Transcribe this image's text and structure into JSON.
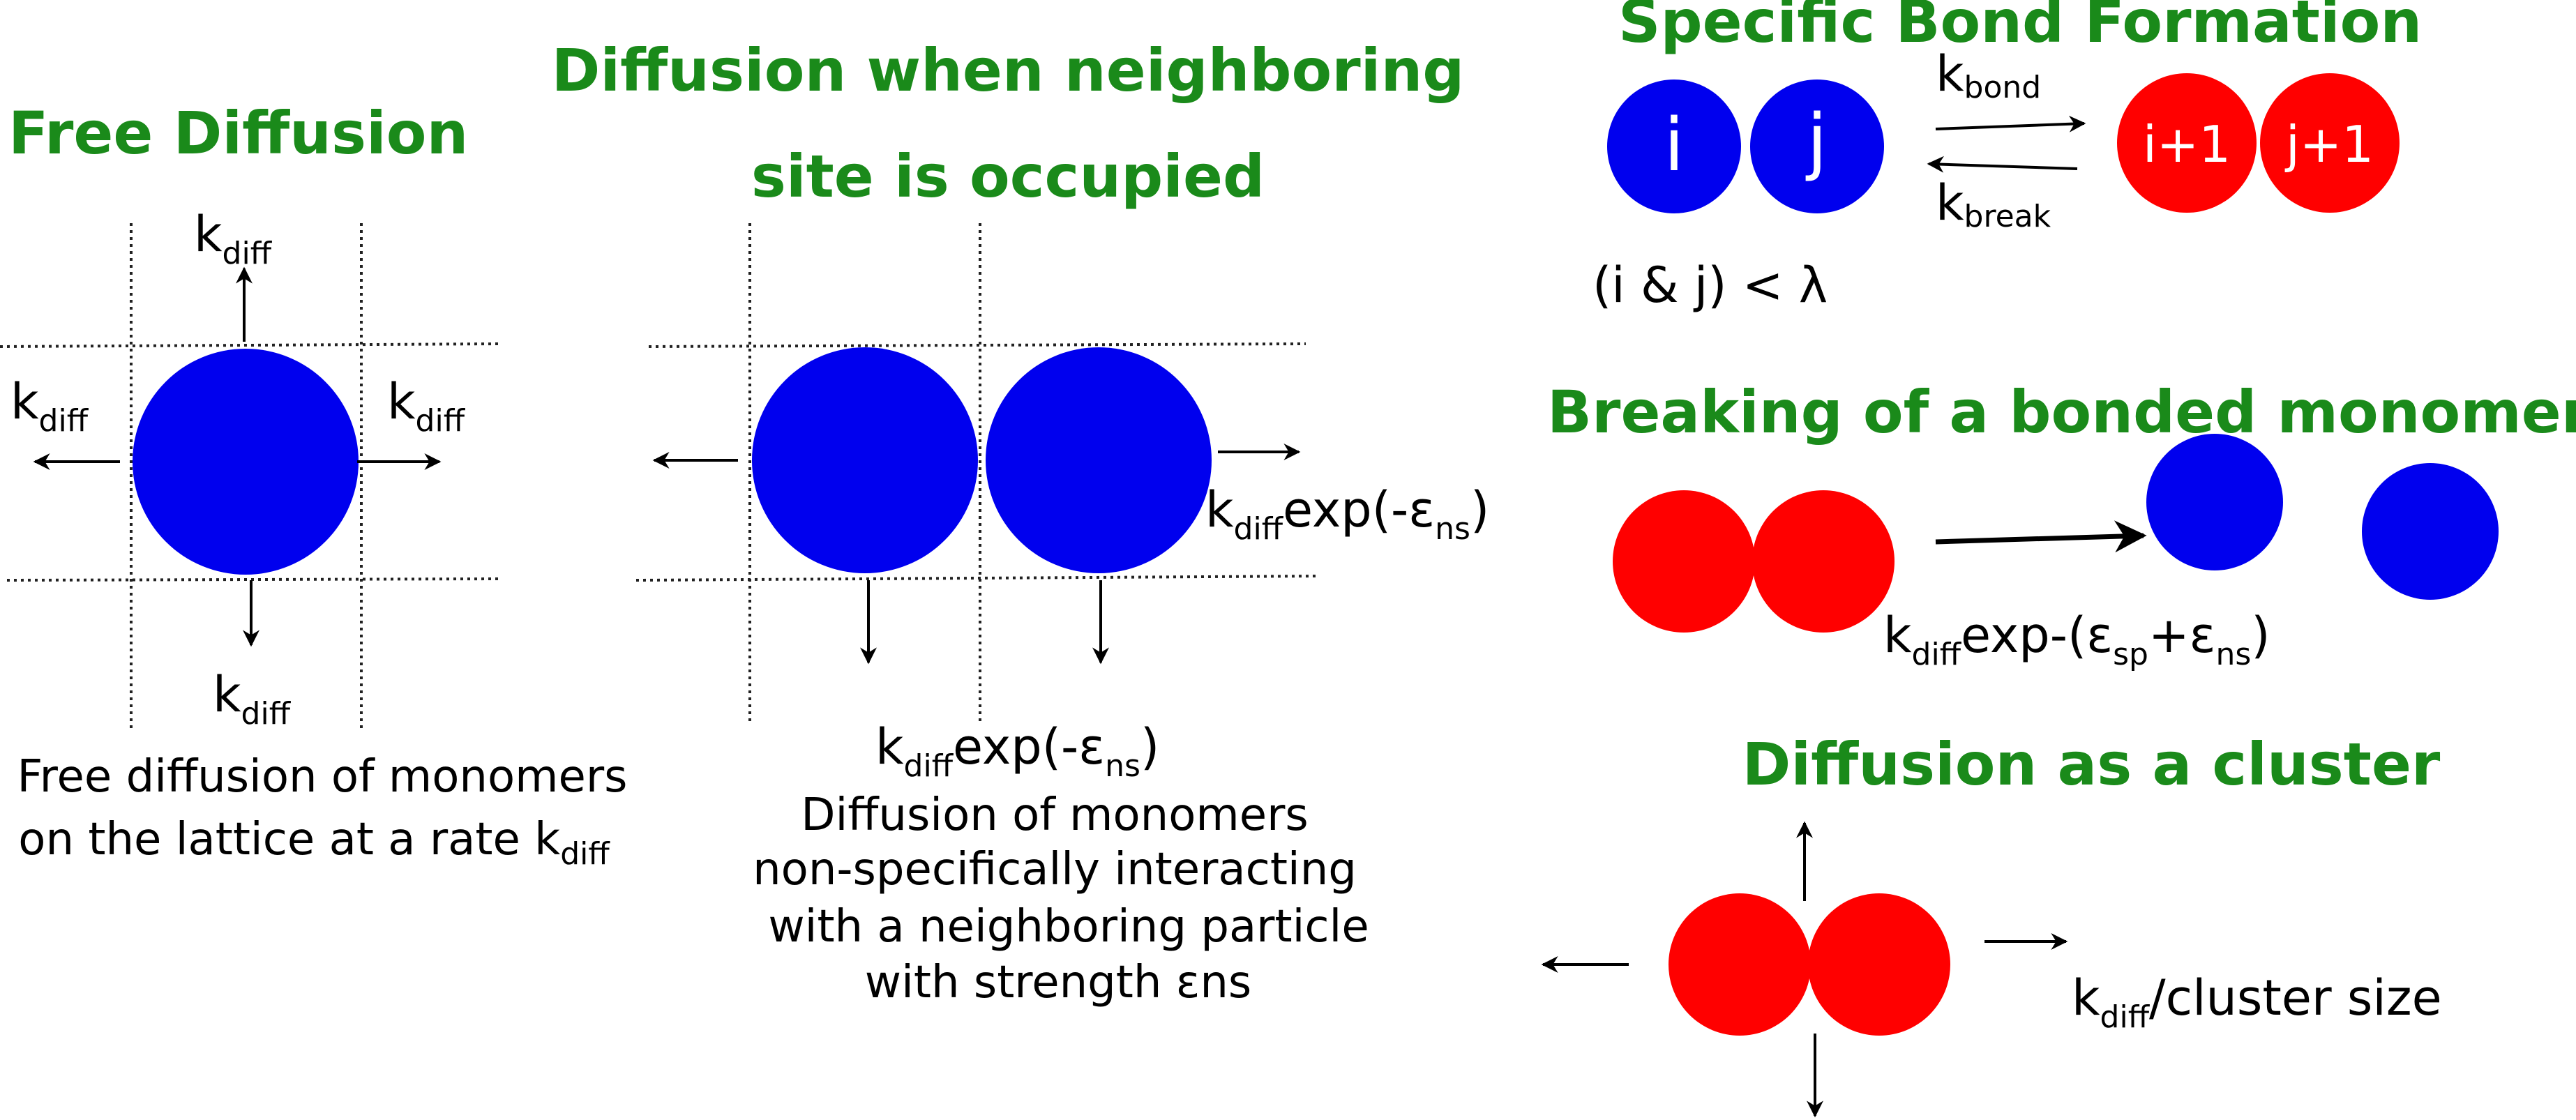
{
  "colors": {
    "title": "#1a8a1a",
    "unbound": "#0000ee",
    "bound": "#ff0000"
  },
  "panels": {
    "free": {
      "title": "Free Diffusion",
      "k": "k",
      "diff": "diff",
      "caption_line1": "Free diffusion of monomers",
      "caption_line2": "on the lattice at a rate k"
    },
    "occupied": {
      "title_line1": "Diffusion when neighboring",
      "title_line2": "site is occupied",
      "k": "k",
      "diff": "diff",
      "exp_open": "exp(-ε",
      "ns": "ns",
      "close": ")",
      "caption_line1": "Diffusion of monomers",
      "caption_line2": "non-specifically interacting",
      "caption_line3": "with a neighboring particle",
      "caption_line4": "with strength εns"
    },
    "bond": {
      "title": "Specific Bond Formation",
      "i": "i",
      "j": "j",
      "i_plus": "i+1",
      "j_plus": "j+1",
      "k": "k",
      "bond": "bond",
      "break": "break",
      "condition": "(i & j) < λ"
    },
    "breaking": {
      "title": "Breaking of a bonded monomer",
      "k": "k",
      "diff": "diff",
      "exp_open": "exp-(ε",
      "sp": "sp",
      "plus": "+ε",
      "ns": "ns",
      "close": ")"
    },
    "cluster": {
      "title": "Diffusion as a cluster",
      "k": "k",
      "diff": "diff",
      "rest": "/cluster size"
    }
  }
}
